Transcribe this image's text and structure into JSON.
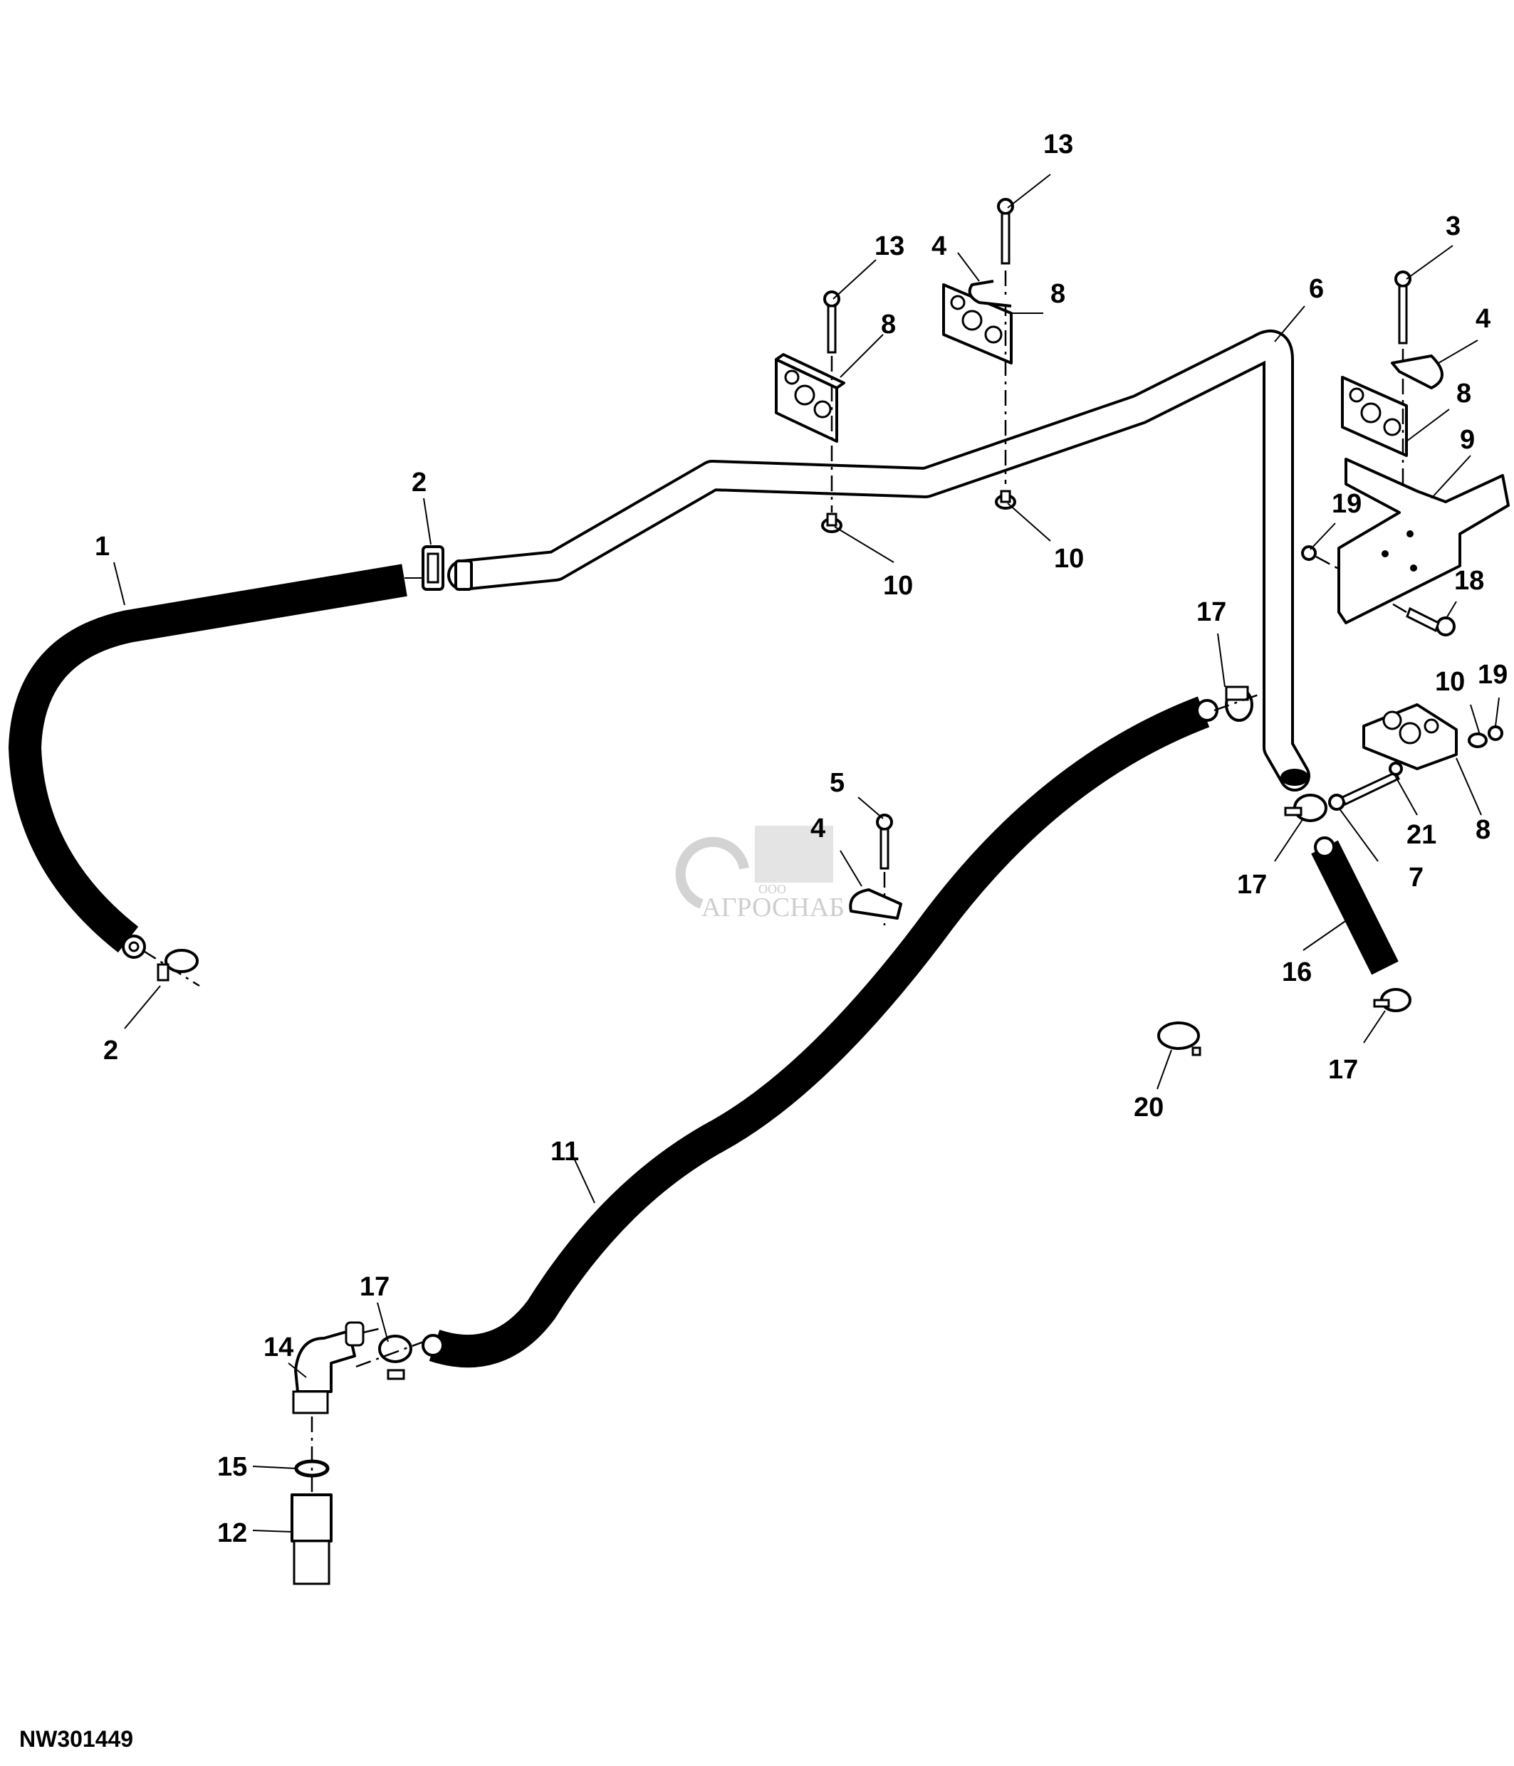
{
  "figure": {
    "id": "NW301449",
    "watermark": {
      "prefix": "ООО",
      "name": "АГРОСНАБ"
    }
  },
  "callouts": [
    {
      "number": "1",
      "part": "hose-upper"
    },
    {
      "number": "2",
      "part": "clamp-upper-right"
    },
    {
      "number": "2",
      "part": "clamp-upper-left"
    },
    {
      "number": "3",
      "part": "bolt-right"
    },
    {
      "number": "4",
      "part": "p-clip-top"
    },
    {
      "number": "4",
      "part": "p-clip-right"
    },
    {
      "number": "4",
      "part": "p-clip-center"
    },
    {
      "number": "5",
      "part": "bolt-center"
    },
    {
      "number": "6",
      "part": "tube"
    },
    {
      "number": "7",
      "part": "bolt-lower-right"
    },
    {
      "number": "8",
      "part": "clamp-block-1"
    },
    {
      "number": "8",
      "part": "clamp-block-2"
    },
    {
      "number": "8",
      "part": "clamp-block-3"
    },
    {
      "number": "8",
      "part": "clamp-block-4"
    },
    {
      "number": "9",
      "part": "bracket"
    },
    {
      "number": "10",
      "part": "nut-1"
    },
    {
      "number": "10",
      "part": "nut-2"
    },
    {
      "number": "10",
      "part": "nut-3"
    },
    {
      "number": "11",
      "part": "hose-lower"
    },
    {
      "number": "12",
      "part": "adapter"
    },
    {
      "number": "13",
      "part": "bolt-1"
    },
    {
      "number": "13",
      "part": "bolt-2"
    },
    {
      "number": "14",
      "part": "elbow"
    },
    {
      "number": "15",
      "part": "o-ring"
    },
    {
      "number": "16",
      "part": "hose-short"
    },
    {
      "number": "17",
      "part": "clamp-a"
    },
    {
      "number": "17",
      "part": "clamp-b"
    },
    {
      "number": "17",
      "part": "clamp-c"
    },
    {
      "number": "17",
      "part": "clamp-d"
    },
    {
      "number": "18",
      "part": "bracket-bolt"
    },
    {
      "number": "19",
      "part": "nut-bracket"
    },
    {
      "number": "19",
      "part": "nut-block"
    },
    {
      "number": "20",
      "part": "clamp-spare"
    },
    {
      "number": "21",
      "part": "washer"
    }
  ]
}
